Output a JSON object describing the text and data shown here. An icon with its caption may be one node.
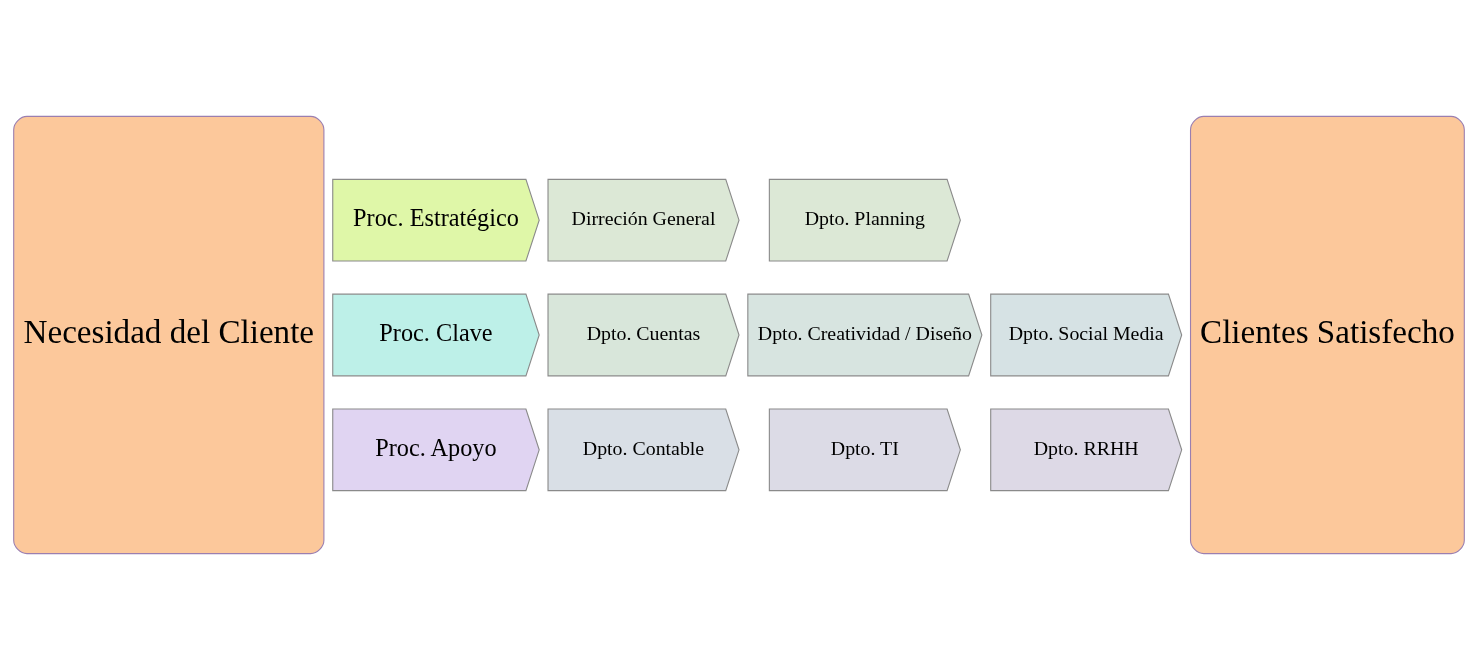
{
  "diagram": {
    "nodes": [
      {
        "text": [
          "Necesidad del Cliente"
        ]
      },
      {
        "text": [
          "Proc. Estratégico"
        ]
      },
      {
        "text": [
          "Dirreción General"
        ]
      },
      {
        "text": [
          "Dpto. Planning"
        ]
      },
      {
        "text": [
          "Proc. Clave"
        ]
      },
      {
        "text": [
          "Dpto. Cuentas"
        ]
      },
      {
        "text": [
          "Dpto. Creatividad / Diseño"
        ]
      },
      {
        "text": [
          "Dpto. Social Media"
        ]
      },
      {
        "text": [
          "Proc. Apoyo"
        ]
      },
      {
        "text": [
          "Dpto. Contable"
        ]
      },
      {
        "text": [
          "Dpto. TI"
        ]
      },
      {
        "text": [
          "Dpto. RRHH"
        ]
      },
      {
        "text": [
          "Clientes Satisfecho"
        ]
      }
    ]
  }
}
